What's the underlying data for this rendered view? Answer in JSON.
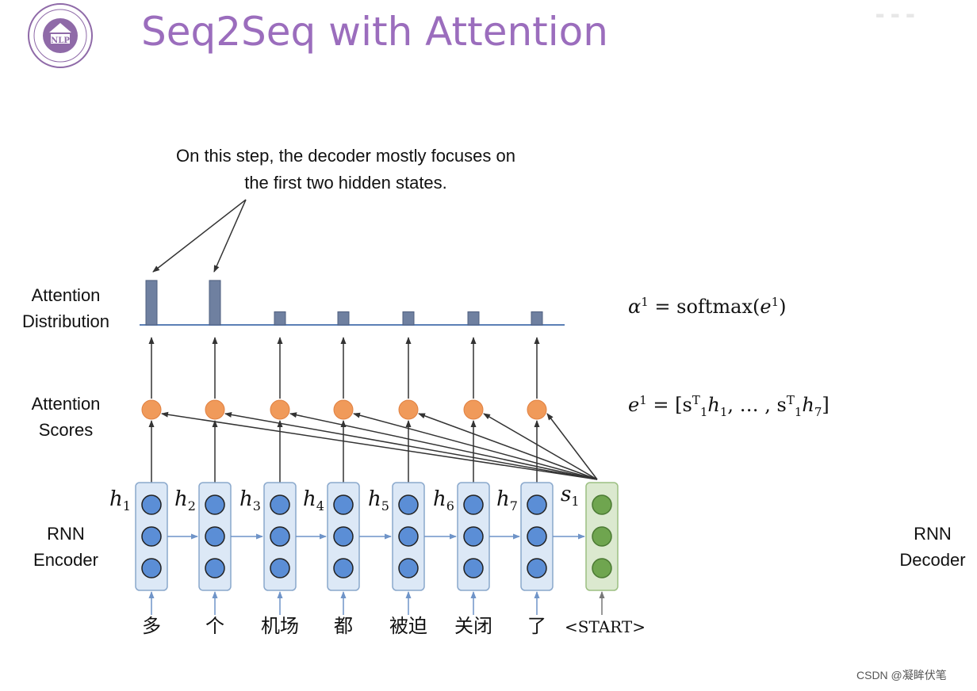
{
  "slide": {
    "title": "Seq2Seq with Attention",
    "logo_text": "NLP",
    "callout_line1": "On this step, the decoder mostly focuses on",
    "callout_line2": "the first two hidden states.",
    "labels": {
      "attention_distribution": [
        "Attention",
        "Distribution"
      ],
      "attention_scores": [
        "Attention",
        "Scores"
      ],
      "rnn_encoder": [
        "RNN",
        "Encoder"
      ],
      "rnn_decoder": [
        "RNN",
        "Decoder"
      ]
    },
    "formula_alpha": {
      "lhs": "α",
      "sup": "1",
      "rhs": " = softmax(",
      "e": "e",
      "esup": "1",
      "close": ")"
    },
    "formula_e": {
      "lhs": "e",
      "sup": "1",
      "rest": " = [s",
      "t": "T",
      "sub": "1",
      "h1": "h",
      "h1sub": "1",
      "dots": ", … , s",
      "h7": "h",
      "h7sub": "7",
      "close": "]"
    },
    "encoder": {
      "tokens": [
        "多",
        "个",
        "机场",
        "都",
        "被迫",
        "关闭",
        "了"
      ],
      "hidden_labels": [
        "h",
        "h",
        "h",
        "h",
        "h",
        "h",
        "h"
      ],
      "hidden_subs": [
        "1",
        "2",
        "3",
        "4",
        "5",
        "6",
        "7"
      ],
      "attention_weights": [
        0.85,
        0.85,
        0.25,
        0.25,
        0.25,
        0.25,
        0.25
      ]
    },
    "decoder": {
      "token": "<START>",
      "state_label": "s",
      "state_sub": "1"
    },
    "colors": {
      "title": "#9b6dbd",
      "encoder_fill": "#dce8f6",
      "encoder_stroke": "#8aa8cc",
      "encoder_node": "#5b8ed6",
      "decoder_fill": "#dbe9cf",
      "decoder_stroke": "#9cbf82",
      "decoder_node": "#6fa54f",
      "score_node": "#f09a5a",
      "bar": "#6f80a0",
      "baseline": "#5b7fb5"
    },
    "watermark": "CSDN @凝眸伏笔"
  }
}
